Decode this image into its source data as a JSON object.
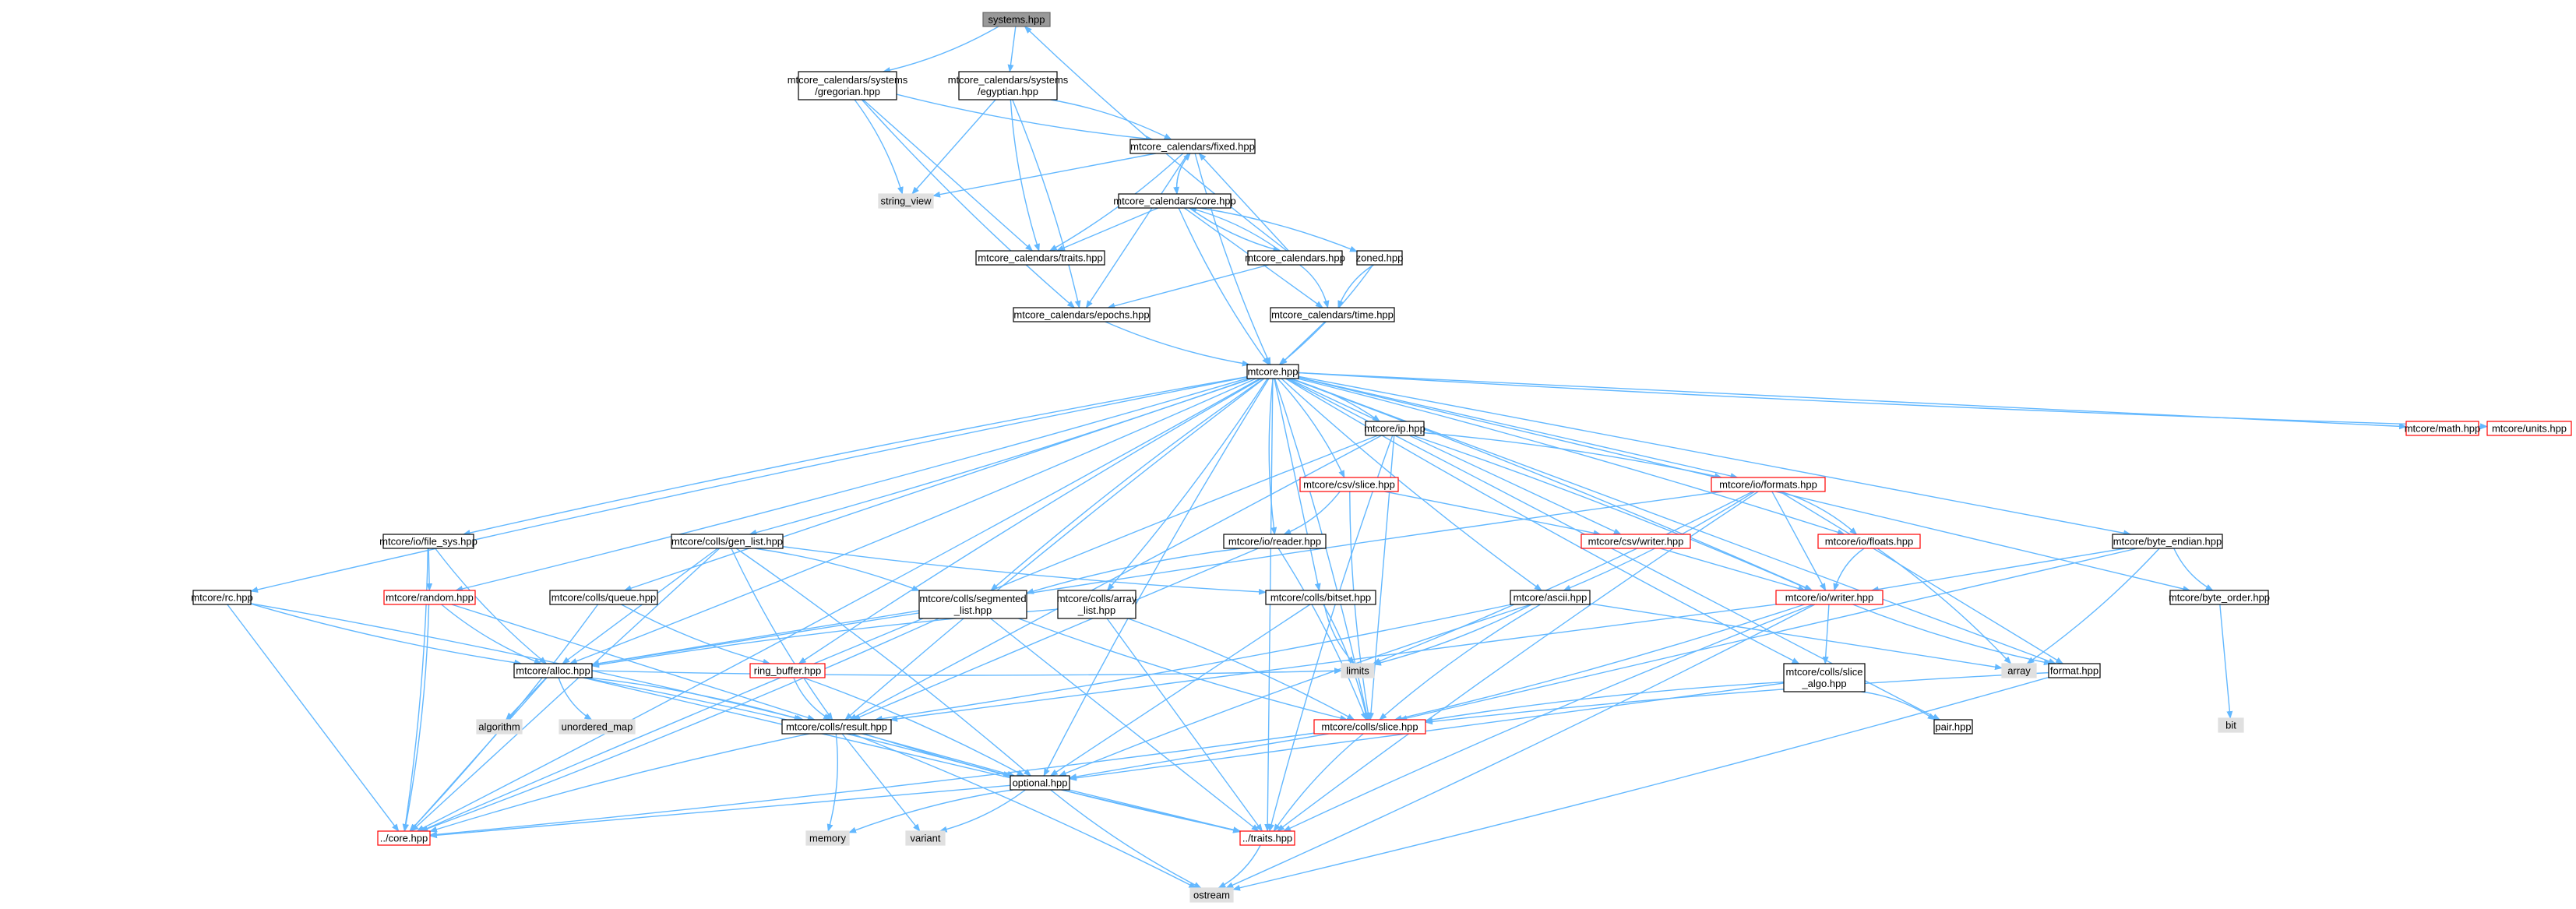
{
  "colors": {
    "edge": "#63b8ff",
    "box_border_default": "#666666",
    "box_border_documented": "#000000",
    "box_border_truncated": "#ff0000",
    "box_fill_default": "#ffffff",
    "box_fill_root": "#999999",
    "box_fill_external": "#e0e0e0",
    "text": "#000000"
  },
  "nodes": [
    {
      "id": "systems",
      "lines": [
        "systems.hpp"
      ],
      "style": "root"
    },
    {
      "id": "gregorian",
      "lines": [
        "mtcore_calendars/systems",
        "/gregorian.hpp"
      ],
      "style": "normal"
    },
    {
      "id": "egyptian",
      "lines": [
        "mtcore_calendars/systems",
        "/egyptian.hpp"
      ],
      "style": "normal"
    },
    {
      "id": "fixed",
      "lines": [
        "mtcore_calendars/fixed.hpp"
      ],
      "style": "normal"
    },
    {
      "id": "string_view",
      "lines": [
        "string_view"
      ],
      "style": "external"
    },
    {
      "id": "cal_core",
      "lines": [
        "mtcore_calendars/core.hpp"
      ],
      "style": "normal"
    },
    {
      "id": "traits_cal",
      "lines": [
        "mtcore_calendars/traits.hpp"
      ],
      "style": "normal"
    },
    {
      "id": "calendars",
      "lines": [
        "mtcore_calendars.hpp"
      ],
      "style": "normal"
    },
    {
      "id": "zoned",
      "lines": [
        "zoned.hpp"
      ],
      "style": "normal"
    },
    {
      "id": "cal_time",
      "lines": [
        "mtcore_calendars/time.hpp"
      ],
      "style": "normal"
    },
    {
      "id": "epochs",
      "lines": [
        "mtcore_calendars/epochs.hpp"
      ],
      "style": "normal"
    },
    {
      "id": "mtcore",
      "lines": [
        "mtcore.hpp"
      ],
      "style": "normal"
    },
    {
      "id": "ip",
      "lines": [
        "mtcore/ip.hpp"
      ],
      "style": "normal"
    },
    {
      "id": "math",
      "lines": [
        "mtcore/math.hpp"
      ],
      "style": "truncated"
    },
    {
      "id": "units",
      "lines": [
        "mtcore/units.hpp"
      ],
      "style": "truncated"
    },
    {
      "id": "csv_slice",
      "lines": [
        "mtcore/csv/slice.hpp"
      ],
      "style": "truncated"
    },
    {
      "id": "formats",
      "lines": [
        "mtcore/io/formats.hpp"
      ],
      "style": "truncated"
    },
    {
      "id": "file_sys",
      "lines": [
        "mtcore/io/file_sys.hpp"
      ],
      "style": "normal"
    },
    {
      "id": "gen_list",
      "lines": [
        "mtcore/colls/gen_list.hpp"
      ],
      "style": "normal"
    },
    {
      "id": "csv_writer",
      "lines": [
        "mtcore/csv/writer.hpp"
      ],
      "style": "truncated"
    },
    {
      "id": "reader",
      "lines": [
        "mtcore/io/reader.hpp"
      ],
      "style": "normal"
    },
    {
      "id": "floats",
      "lines": [
        "mtcore/io/floats.hpp"
      ],
      "style": "truncated"
    },
    {
      "id": "byte_endian",
      "lines": [
        "mtcore/byte_endian.hpp"
      ],
      "style": "normal"
    },
    {
      "id": "rc",
      "lines": [
        "mtcore/rc.hpp"
      ],
      "style": "normal"
    },
    {
      "id": "random",
      "lines": [
        "mtcore/random.hpp"
      ],
      "style": "truncated"
    },
    {
      "id": "queue",
      "lines": [
        "mtcore/colls/queue.hpp"
      ],
      "style": "normal"
    },
    {
      "id": "segmented",
      "lines": [
        "mtcore/colls/segmented",
        "_list.hpp"
      ],
      "style": "normal"
    },
    {
      "id": "array_list",
      "lines": [
        "mtcore/colls/array",
        "_list.hpp"
      ],
      "style": "normal"
    },
    {
      "id": "bitset",
      "lines": [
        "mtcore/colls/bitset.hpp"
      ],
      "style": "normal"
    },
    {
      "id": "ascii",
      "lines": [
        "mtcore/ascii.hpp"
      ],
      "style": "normal"
    },
    {
      "id": "io_writer",
      "lines": [
        "mtcore/io/writer.hpp"
      ],
      "style": "truncated"
    },
    {
      "id": "byte_order",
      "lines": [
        "mtcore/byte_order.hpp"
      ],
      "style": "normal"
    },
    {
      "id": "ring_buffer",
      "lines": [
        "ring_buffer.hpp"
      ],
      "style": "truncated"
    },
    {
      "id": "alloc",
      "lines": [
        "mtcore/alloc.hpp"
      ],
      "style": "normal"
    },
    {
      "id": "limits",
      "lines": [
        "limits"
      ],
      "style": "external"
    },
    {
      "id": "slice_algo",
      "lines": [
        "mtcore/colls/slice",
        "_algo.hpp"
      ],
      "style": "normal"
    },
    {
      "id": "array",
      "lines": [
        "array"
      ],
      "style": "external"
    },
    {
      "id": "format",
      "lines": [
        "format.hpp"
      ],
      "style": "normal"
    },
    {
      "id": "bit",
      "lines": [
        "bit"
      ],
      "style": "external"
    },
    {
      "id": "algorithm",
      "lines": [
        "algorithm"
      ],
      "style": "external"
    },
    {
      "id": "unordered_map",
      "lines": [
        "unordered_map"
      ],
      "style": "external"
    },
    {
      "id": "result",
      "lines": [
        "mtcore/colls/result.hpp"
      ],
      "style": "normal"
    },
    {
      "id": "colls_slice",
      "lines": [
        "mtcore/colls/slice.hpp"
      ],
      "style": "truncated"
    },
    {
      "id": "pair",
      "lines": [
        "pair.hpp"
      ],
      "style": "normal"
    },
    {
      "id": "optional",
      "lines": [
        "optional.hpp"
      ],
      "style": "normal"
    },
    {
      "id": "core",
      "lines": [
        "../core.hpp"
      ],
      "style": "truncated"
    },
    {
      "id": "memory",
      "lines": [
        "memory"
      ],
      "style": "external"
    },
    {
      "id": "variant",
      "lines": [
        "variant"
      ],
      "style": "external"
    },
    {
      "id": "traits",
      "lines": [
        "../traits.hpp"
      ],
      "style": "truncated"
    },
    {
      "id": "ostream",
      "lines": [
        "ostream"
      ],
      "style": "external"
    }
  ],
  "edges": [
    [
      "systems",
      "gregorian"
    ],
    [
      "systems",
      "egyptian"
    ],
    [
      "gregorian",
      "fixed"
    ],
    [
      "gregorian",
      "string_view"
    ],
    [
      "gregorian",
      "traits_cal"
    ],
    [
      "gregorian",
      "epochs"
    ],
    [
      "egyptian",
      "fixed"
    ],
    [
      "egyptian",
      "string_view"
    ],
    [
      "egyptian",
      "traits_cal"
    ],
    [
      "egyptian",
      "epochs"
    ],
    [
      "fixed",
      "string_view"
    ],
    [
      "fixed",
      "cal_core"
    ],
    [
      "fixed",
      "traits_cal"
    ],
    [
      "fixed",
      "epochs"
    ],
    [
      "fixed",
      "mtcore"
    ],
    [
      "cal_core",
      "fixed"
    ],
    [
      "cal_core",
      "traits_cal"
    ],
    [
      "cal_core",
      "calendars"
    ],
    [
      "cal_core",
      "zoned"
    ],
    [
      "cal_core",
      "cal_time"
    ],
    [
      "cal_core",
      "mtcore"
    ],
    [
      "calendars",
      "systems"
    ],
    [
      "calendars",
      "fixed"
    ],
    [
      "calendars",
      "cal_core"
    ],
    [
      "calendars",
      "cal_time"
    ],
    [
      "calendars",
      "epochs"
    ],
    [
      "zoned",
      "cal_time"
    ],
    [
      "zoned",
      "mtcore"
    ],
    [
      "cal_time",
      "mtcore"
    ],
    [
      "epochs",
      "mtcore"
    ],
    [
      "mtcore",
      "ip"
    ],
    [
      "mtcore",
      "math"
    ],
    [
      "mtcore",
      "units"
    ],
    [
      "mtcore",
      "csv_slice"
    ],
    [
      "mtcore",
      "formats"
    ],
    [
      "mtcore",
      "file_sys"
    ],
    [
      "mtcore",
      "gen_list"
    ],
    [
      "mtcore",
      "csv_writer"
    ],
    [
      "mtcore",
      "reader"
    ],
    [
      "mtcore",
      "floats"
    ],
    [
      "mtcore",
      "byte_endian"
    ],
    [
      "mtcore",
      "rc"
    ],
    [
      "mtcore",
      "random"
    ],
    [
      "mtcore",
      "queue"
    ],
    [
      "mtcore",
      "segmented"
    ],
    [
      "mtcore",
      "array_list"
    ],
    [
      "mtcore",
      "bitset"
    ],
    [
      "mtcore",
      "ascii"
    ],
    [
      "mtcore",
      "io_writer"
    ],
    [
      "mtcore",
      "byte_order"
    ],
    [
      "mtcore",
      "ring_buffer"
    ],
    [
      "mtcore",
      "alloc"
    ],
    [
      "mtcore",
      "format"
    ],
    [
      "mtcore",
      "result"
    ],
    [
      "mtcore",
      "colls_slice"
    ],
    [
      "mtcore",
      "pair"
    ],
    [
      "mtcore",
      "optional"
    ],
    [
      "mtcore",
      "core"
    ],
    [
      "mtcore",
      "traits"
    ],
    [
      "mtcore",
      "slice_algo"
    ],
    [
      "ip",
      "formats"
    ],
    [
      "ip",
      "result"
    ],
    [
      "ip",
      "core"
    ],
    [
      "ip",
      "io_writer"
    ],
    [
      "ip",
      "colls_slice"
    ],
    [
      "ip",
      "traits"
    ],
    [
      "csv_slice",
      "reader"
    ],
    [
      "csv_slice",
      "csv_writer"
    ],
    [
      "csv_slice",
      "colls_slice"
    ],
    [
      "formats",
      "floats"
    ],
    [
      "formats",
      "io_writer"
    ],
    [
      "formats",
      "alloc"
    ],
    [
      "formats",
      "ascii"
    ],
    [
      "formats",
      "format"
    ],
    [
      "formats",
      "traits"
    ],
    [
      "formats",
      "limits"
    ],
    [
      "file_sys",
      "random"
    ],
    [
      "file_sys",
      "alloc"
    ],
    [
      "file_sys",
      "core"
    ],
    [
      "gen_list",
      "alloc"
    ],
    [
      "gen_list",
      "result"
    ],
    [
      "gen_list",
      "optional"
    ],
    [
      "gen_list",
      "core"
    ],
    [
      "gen_list",
      "bitset"
    ],
    [
      "gen_list",
      "segmented"
    ],
    [
      "csv_writer",
      "io_writer"
    ],
    [
      "reader",
      "segmented"
    ],
    [
      "reader",
      "colls_slice"
    ],
    [
      "reader",
      "result"
    ],
    [
      "floats",
      "io_writer"
    ],
    [
      "floats",
      "array"
    ],
    [
      "byte_endian",
      "io_writer"
    ],
    [
      "byte_endian",
      "byte_order"
    ],
    [
      "byte_endian",
      "array"
    ],
    [
      "byte_endian",
      "colls_slice"
    ],
    [
      "rc",
      "alloc"
    ],
    [
      "rc",
      "result"
    ],
    [
      "rc",
      "core"
    ],
    [
      "random",
      "alloc"
    ],
    [
      "random",
      "core"
    ],
    [
      "random",
      "result"
    ],
    [
      "queue",
      "ring_buffer"
    ],
    [
      "queue",
      "core"
    ],
    [
      "segmented",
      "alloc"
    ],
    [
      "segmented",
      "colls_slice"
    ],
    [
      "segmented",
      "core"
    ],
    [
      "segmented",
      "traits"
    ],
    [
      "array_list",
      "alloc"
    ],
    [
      "array_list",
      "colls_slice"
    ],
    [
      "array_list",
      "traits"
    ],
    [
      "bitset",
      "limits"
    ],
    [
      "bitset",
      "colls_slice"
    ],
    [
      "bitset",
      "optional"
    ],
    [
      "ascii",
      "colls_slice"
    ],
    [
      "ascii",
      "limits"
    ],
    [
      "ascii",
      "array"
    ],
    [
      "ascii",
      "optional"
    ],
    [
      "ascii",
      "result"
    ],
    [
      "io_writer",
      "slice_algo"
    ],
    [
      "io_writer",
      "format"
    ],
    [
      "io_writer",
      "colls_slice"
    ],
    [
      "io_writer",
      "result"
    ],
    [
      "io_writer",
      "traits"
    ],
    [
      "io_writer",
      "ostream"
    ],
    [
      "byte_order",
      "bit"
    ],
    [
      "ring_buffer",
      "result"
    ],
    [
      "ring_buffer",
      "optional"
    ],
    [
      "alloc",
      "algorithm"
    ],
    [
      "alloc",
      "unordered_map"
    ],
    [
      "alloc",
      "result"
    ],
    [
      "alloc",
      "core"
    ],
    [
      "alloc",
      "limits"
    ],
    [
      "alloc",
      "optional"
    ],
    [
      "alloc",
      "traits"
    ],
    [
      "slice_algo",
      "colls_slice"
    ],
    [
      "slice_algo",
      "pair"
    ],
    [
      "slice_algo",
      "optional"
    ],
    [
      "format",
      "colls_slice"
    ],
    [
      "format",
      "ostream"
    ],
    [
      "result",
      "optional"
    ],
    [
      "result",
      "core"
    ],
    [
      "result",
      "memory"
    ],
    [
      "result",
      "variant"
    ],
    [
      "result",
      "traits"
    ],
    [
      "result",
      "ostream"
    ],
    [
      "colls_slice",
      "optional"
    ],
    [
      "colls_slice",
      "traits"
    ],
    [
      "colls_slice",
      "core"
    ],
    [
      "optional",
      "core"
    ],
    [
      "optional",
      "memory"
    ],
    [
      "optional",
      "variant"
    ],
    [
      "optional",
      "traits"
    ],
    [
      "optional",
      "ostream"
    ],
    [
      "traits",
      "ostream"
    ]
  ]
}
